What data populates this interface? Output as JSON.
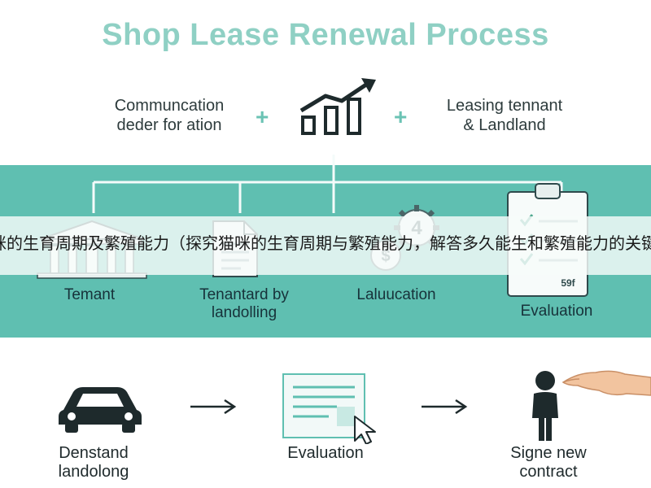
{
  "title": "Shop Lease Renewal Process",
  "top": {
    "left_text": "Communcation\ndeder for ation",
    "plus_left": "+",
    "plus_right": "+",
    "right_text": "Leasing tennant\n& Landland",
    "center_icon": "growth-chart-icon"
  },
  "band": {
    "overlay_text": "咪的生育周期及繁殖能力（探究猫咪的生育周期与繁殖能力，解答多久能生和繁殖能力的关键",
    "items": [
      {
        "label": "Temant",
        "icon": "building-icon"
      },
      {
        "label": "Tenantard by\nlandolling",
        "icon": "document-icon"
      },
      {
        "label": "Laluucation",
        "icon": "gears-dollar-icon",
        "gear_number": "4",
        "coin_symbol": "$"
      },
      {
        "label": "Evaluation",
        "icon": "clipboard-checklist-icon",
        "clipboard_text": "59f"
      }
    ]
  },
  "bottom": {
    "items": [
      {
        "label": "Denstand\nlandolong",
        "icon": "car-icon"
      },
      {
        "label": "Evaluation",
        "icon": "document-cursor-icon"
      },
      {
        "label": "Signe new\ncontract",
        "icon": "person-hand-icon"
      }
    ],
    "arrow_icon": "arrow-right-icon"
  },
  "colors": {
    "title": "#8fd0c4",
    "band": "#5fbfb1",
    "accent": "#6bc3b4",
    "icon_dark": "#1e2a2c"
  }
}
